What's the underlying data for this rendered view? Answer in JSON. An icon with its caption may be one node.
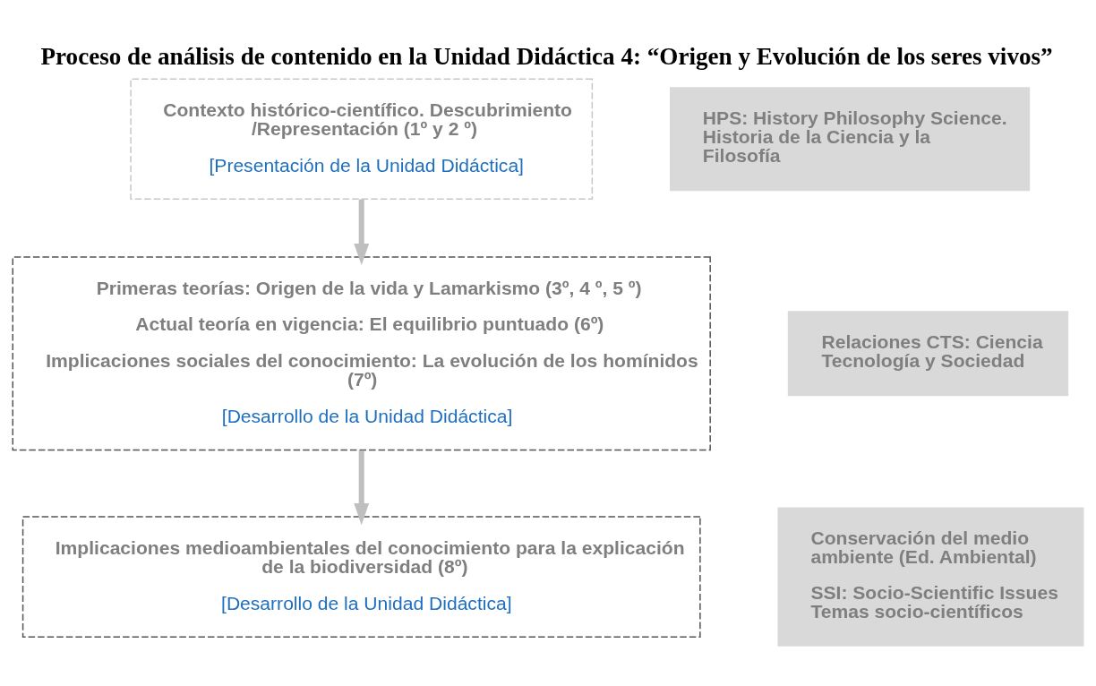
{
  "diagram": {
    "title": "Proceso de análisis de contenido en la Unidad Didáctica 4: “Origen y Evolución de los seres vivos”",
    "nodes": [
      {
        "text": [
          "Contexto histórico-científico. Descubrimiento /Representación (1º y 2 º)",
          "[Presentación de la Unidad Didáctica]"
        ]
      },
      {
        "text": [
          "Primeras teorías: Origen de la vida y Lamarkismo (3º, 4 º, 5 º)",
          "Actual teoría en vigencia: El equilibrio puntuado (6º)",
          "Implicaciones sociales del conocimiento: La evolución de los homínidos (7º)",
          "[Desarrollo de la Unidad Didáctica]"
        ]
      },
      {
        "text": [
          "Implicaciones medioambientales del conocimiento para la explicación de la biodiversidad (8º)",
          "[Desarrollo de la Unidad Didáctica]"
        ]
      },
      {
        "text": [
          "HPS: History Philosophy Science. Historia de la Ciencia y la Filosofía"
        ]
      },
      {
        "text": [
          "Relaciones CTS: Ciencia Tecnología y Sociedad"
        ]
      },
      {
        "text": [
          "Conservación del medio ambiente (Ed. Ambiental)",
          "SSI: Socio-Scientific Issues Temas socio-científicos"
        ]
      }
    ],
    "edges": [
      {
        "from": 0,
        "to": 1,
        "arrow": "to"
      },
      {
        "from": 1,
        "to": 2,
        "arrow": "to"
      }
    ]
  }
}
